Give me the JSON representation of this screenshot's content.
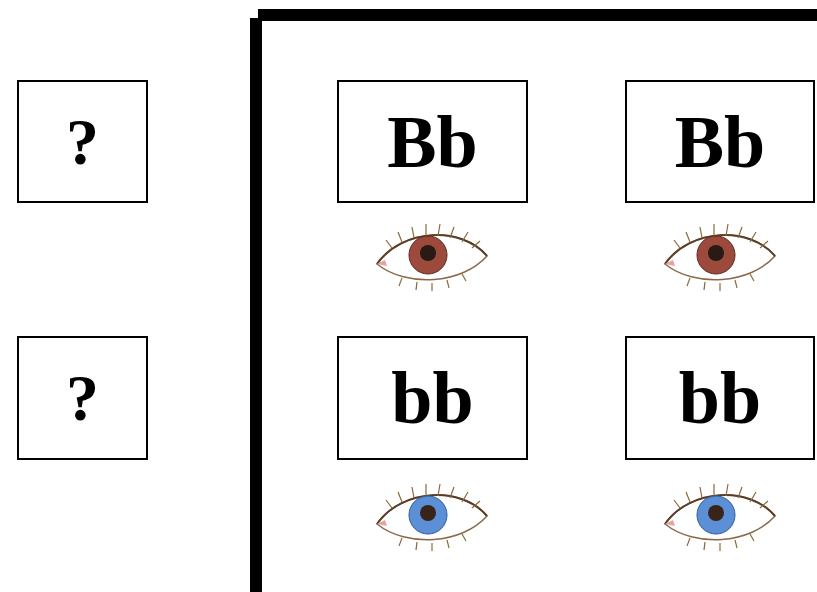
{
  "diagram": {
    "nodes": [
      {
        "text": [
          "?"
        ]
      },
      {
        "text": [
          "Bb"
        ]
      },
      {
        "text": [
          "Bb"
        ]
      },
      {
        "text": [
          "?"
        ]
      },
      {
        "text": [
          "bb"
        ]
      },
      {
        "text": [
          "bb"
        ]
      }
    ]
  }
}
